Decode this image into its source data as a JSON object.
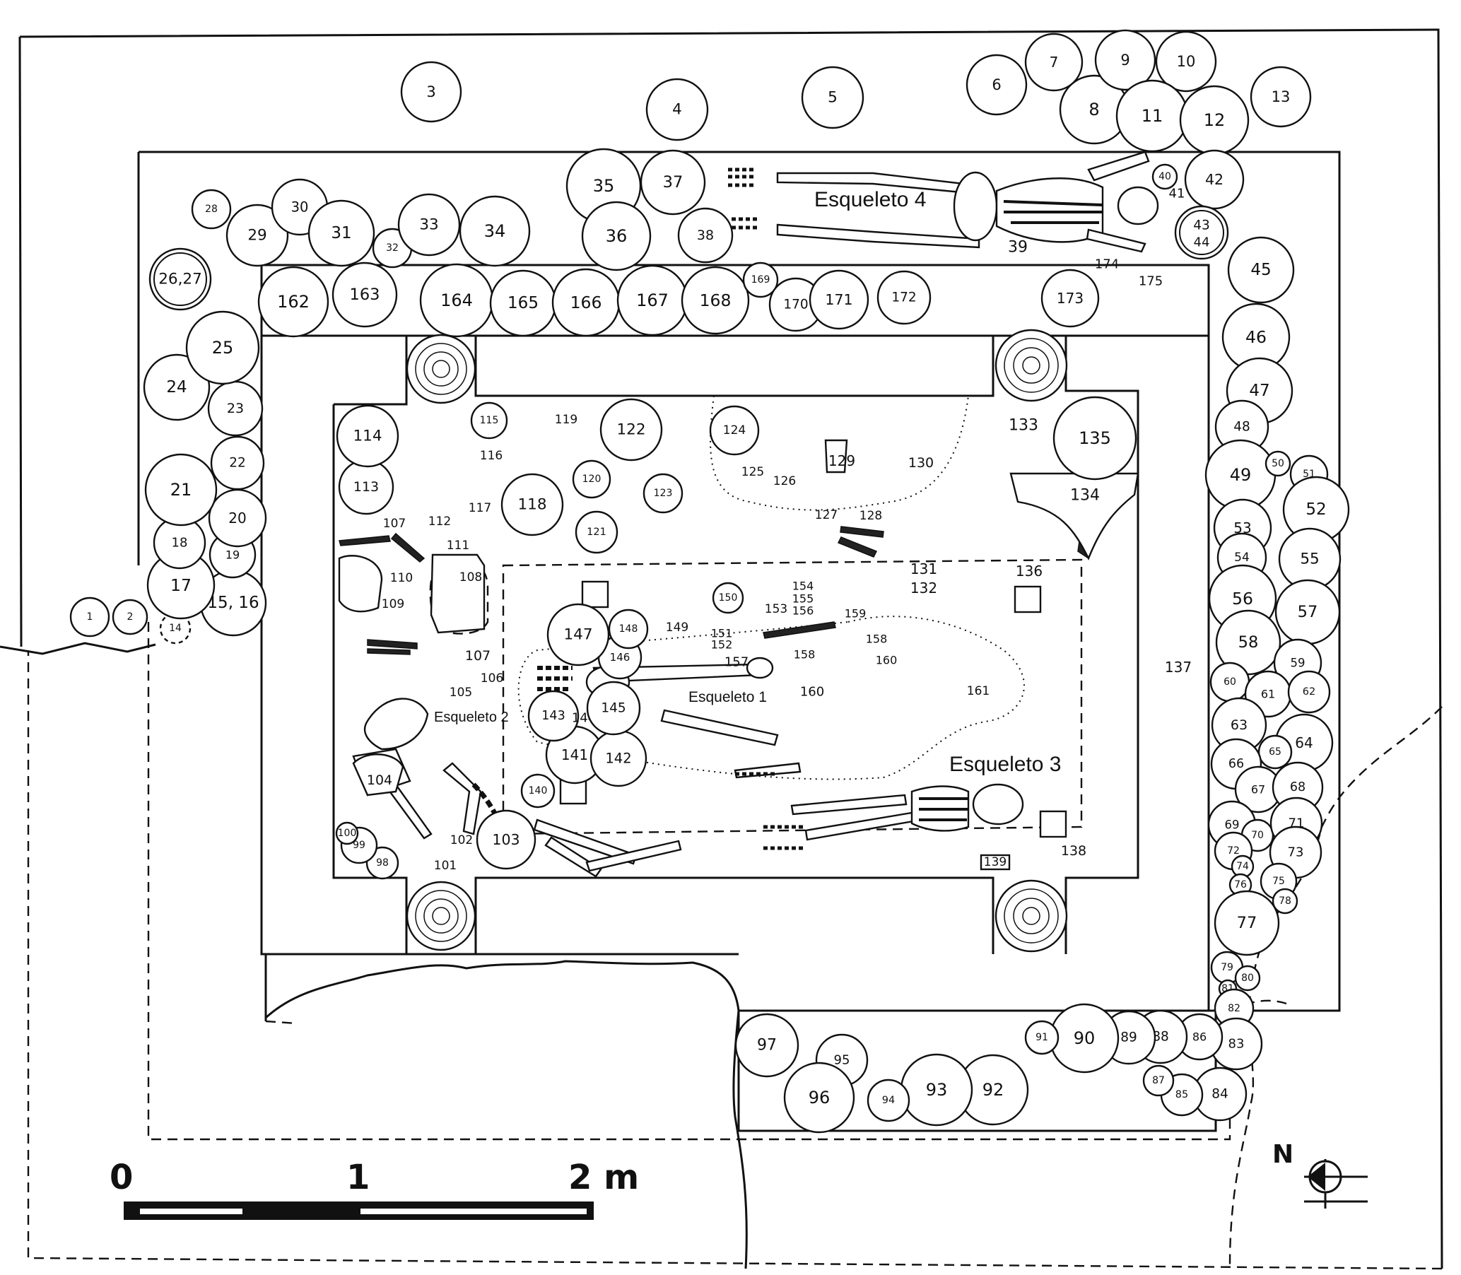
{
  "skeleton_labels": [
    "Esqueleto 1",
    "Esqueleto 2",
    "Esqueleto 3",
    "Esqueleto 4"
  ],
  "burials": [
    {
      "id": "1",
      "shape": "c"
    },
    {
      "id": "2",
      "shape": "c"
    },
    {
      "id": "3",
      "shape": "c"
    },
    {
      "id": "4",
      "shape": "c"
    },
    {
      "id": "5",
      "shape": "c"
    },
    {
      "id": "6",
      "shape": "c"
    },
    {
      "id": "7",
      "shape": "c"
    },
    {
      "id": "8",
      "shape": "c"
    },
    {
      "id": "9",
      "shape": "c"
    },
    {
      "id": "10",
      "shape": "c"
    },
    {
      "id": "11",
      "shape": "c"
    },
    {
      "id": "12",
      "shape": "c"
    },
    {
      "id": "13",
      "shape": "c"
    },
    {
      "id": "14",
      "shape": "d"
    },
    {
      "id": "15, 16",
      "shape": "c"
    },
    {
      "id": "17",
      "shape": "c"
    },
    {
      "id": "18",
      "shape": "c"
    },
    {
      "id": "19",
      "shape": "c"
    },
    {
      "id": "20",
      "shape": "c"
    },
    {
      "id": "21",
      "shape": "c"
    },
    {
      "id": "22",
      "shape": "c"
    },
    {
      "id": "23",
      "shape": "c"
    },
    {
      "id": "24",
      "shape": "c"
    },
    {
      "id": "25",
      "shape": "c"
    },
    {
      "id": "26,27",
      "shape": "c"
    },
    {
      "id": "28",
      "shape": "c"
    },
    {
      "id": "29",
      "shape": "c"
    },
    {
      "id": "30",
      "shape": "c"
    },
    {
      "id": "31",
      "shape": "c"
    },
    {
      "id": "32",
      "shape": "c"
    },
    {
      "id": "33",
      "shape": "c"
    },
    {
      "id": "34",
      "shape": "c"
    },
    {
      "id": "35",
      "shape": "c"
    },
    {
      "id": "36",
      "shape": "c"
    },
    {
      "id": "37",
      "shape": "c"
    },
    {
      "id": "38",
      "shape": "c"
    },
    {
      "id": "40",
      "shape": "c"
    },
    {
      "id": "41",
      "shape": "t"
    },
    {
      "id": "42",
      "shape": "c"
    },
    {
      "id": "43",
      "shape": "c"
    },
    {
      "id": "44",
      "shape": "t"
    },
    {
      "id": "45",
      "shape": "c"
    },
    {
      "id": "46",
      "shape": "c"
    },
    {
      "id": "47",
      "shape": "c"
    },
    {
      "id": "48",
      "shape": "c"
    },
    {
      "id": "49",
      "shape": "c"
    },
    {
      "id": "50",
      "shape": "c"
    },
    {
      "id": "51",
      "shape": "c"
    },
    {
      "id": "52",
      "shape": "c"
    },
    {
      "id": "53",
      "shape": "c"
    },
    {
      "id": "54",
      "shape": "c"
    },
    {
      "id": "55",
      "shape": "c"
    },
    {
      "id": "56",
      "shape": "c"
    },
    {
      "id": "57",
      "shape": "c"
    },
    {
      "id": "58",
      "shape": "c"
    },
    {
      "id": "59",
      "shape": "c"
    },
    {
      "id": "60",
      "shape": "c"
    },
    {
      "id": "61",
      "shape": "c"
    },
    {
      "id": "62",
      "shape": "c"
    },
    {
      "id": "63",
      "shape": "c"
    },
    {
      "id": "64",
      "shape": "c"
    },
    {
      "id": "65",
      "shape": "c"
    },
    {
      "id": "66",
      "shape": "c"
    },
    {
      "id": "67",
      "shape": "c"
    },
    {
      "id": "68",
      "shape": "c"
    },
    {
      "id": "69",
      "shape": "c"
    },
    {
      "id": "70",
      "shape": "c"
    },
    {
      "id": "71",
      "shape": "c"
    },
    {
      "id": "72",
      "shape": "c"
    },
    {
      "id": "73",
      "shape": "c"
    },
    {
      "id": "74",
      "shape": "c"
    },
    {
      "id": "75",
      "shape": "c"
    },
    {
      "id": "76",
      "shape": "c"
    },
    {
      "id": "77",
      "shape": "c"
    },
    {
      "id": "78",
      "shape": "c"
    },
    {
      "id": "79",
      "shape": "c"
    },
    {
      "id": "80",
      "shape": "c"
    },
    {
      "id": "81",
      "shape": "c"
    },
    {
      "id": "82",
      "shape": "c"
    },
    {
      "id": "83",
      "shape": "c"
    },
    {
      "id": "84",
      "shape": "c"
    },
    {
      "id": "85",
      "shape": "c"
    },
    {
      "id": "86",
      "shape": "c"
    },
    {
      "id": "87",
      "shape": "c"
    },
    {
      "id": "88",
      "shape": "c"
    },
    {
      "id": "89",
      "shape": "c"
    },
    {
      "id": "90",
      "shape": "c"
    },
    {
      "id": "91",
      "shape": "c"
    },
    {
      "id": "92",
      "shape": "c"
    },
    {
      "id": "93",
      "shape": "c"
    },
    {
      "id": "94",
      "shape": "c"
    },
    {
      "id": "95",
      "shape": "c"
    },
    {
      "id": "96",
      "shape": "c"
    },
    {
      "id": "97",
      "shape": "c"
    },
    {
      "id": "98",
      "shape": "c"
    },
    {
      "id": "99",
      "shape": "c"
    },
    {
      "id": "100",
      "shape": "c"
    },
    {
      "id": "113",
      "shape": "c"
    },
    {
      "id": "114",
      "shape": "c"
    },
    {
      "id": "115",
      "shape": "c"
    },
    {
      "id": "118",
      "shape": "c"
    },
    {
      "id": "120",
      "shape": "c"
    },
    {
      "id": "121",
      "shape": "c"
    },
    {
      "id": "122",
      "shape": "c"
    },
    {
      "id": "123",
      "shape": "c"
    },
    {
      "id": "124",
      "shape": "c"
    },
    {
      "id": "135",
      "shape": "c"
    },
    {
      "id": "140",
      "shape": "c"
    },
    {
      "id": "141",
      "shape": "c"
    },
    {
      "id": "142",
      "shape": "c"
    },
    {
      "id": "143",
      "shape": "c"
    },
    {
      "id": "144",
      "shape": "t"
    },
    {
      "id": "145",
      "shape": "c"
    },
    {
      "id": "146",
      "shape": "c"
    },
    {
      "id": "147",
      "shape": "c"
    },
    {
      "id": "148",
      "shape": "c"
    },
    {
      "id": "150",
      "shape": "c"
    },
    {
      "id": "162",
      "shape": "c"
    },
    {
      "id": "163",
      "shape": "c"
    },
    {
      "id": "164",
      "shape": "c"
    },
    {
      "id": "165",
      "shape": "c"
    },
    {
      "id": "166",
      "shape": "c"
    },
    {
      "id": "167",
      "shape": "c"
    },
    {
      "id": "168",
      "shape": "c"
    },
    {
      "id": "169",
      "shape": "c"
    },
    {
      "id": "170",
      "shape": "c"
    },
    {
      "id": "171",
      "shape": "c"
    },
    {
      "id": "172",
      "shape": "c"
    },
    {
      "id": "173",
      "shape": "c"
    },
    {
      "id": "175",
      "shape": "t"
    },
    {
      "id": "103",
      "shape": "c"
    }
  ],
  "feature_labels": [
    "39",
    "101",
    "102",
    "104",
    "105",
    "106",
    "107",
    "107",
    "108",
    "109",
    "110",
    "111",
    "112",
    "116",
    "117",
    "119",
    "125",
    "126",
    "127",
    "128",
    "129",
    "130",
    "131",
    "132",
    "133",
    "134",
    "136",
    "137",
    "138",
    "139",
    "149",
    "151",
    "152",
    "153",
    "154",
    "155",
    "156",
    "157",
    "158",
    "158",
    "159",
    "160",
    "160",
    "161",
    "174"
  ],
  "scale": {
    "ticks": [
      "0",
      "1",
      "2 m"
    ]
  },
  "north_label": "N"
}
